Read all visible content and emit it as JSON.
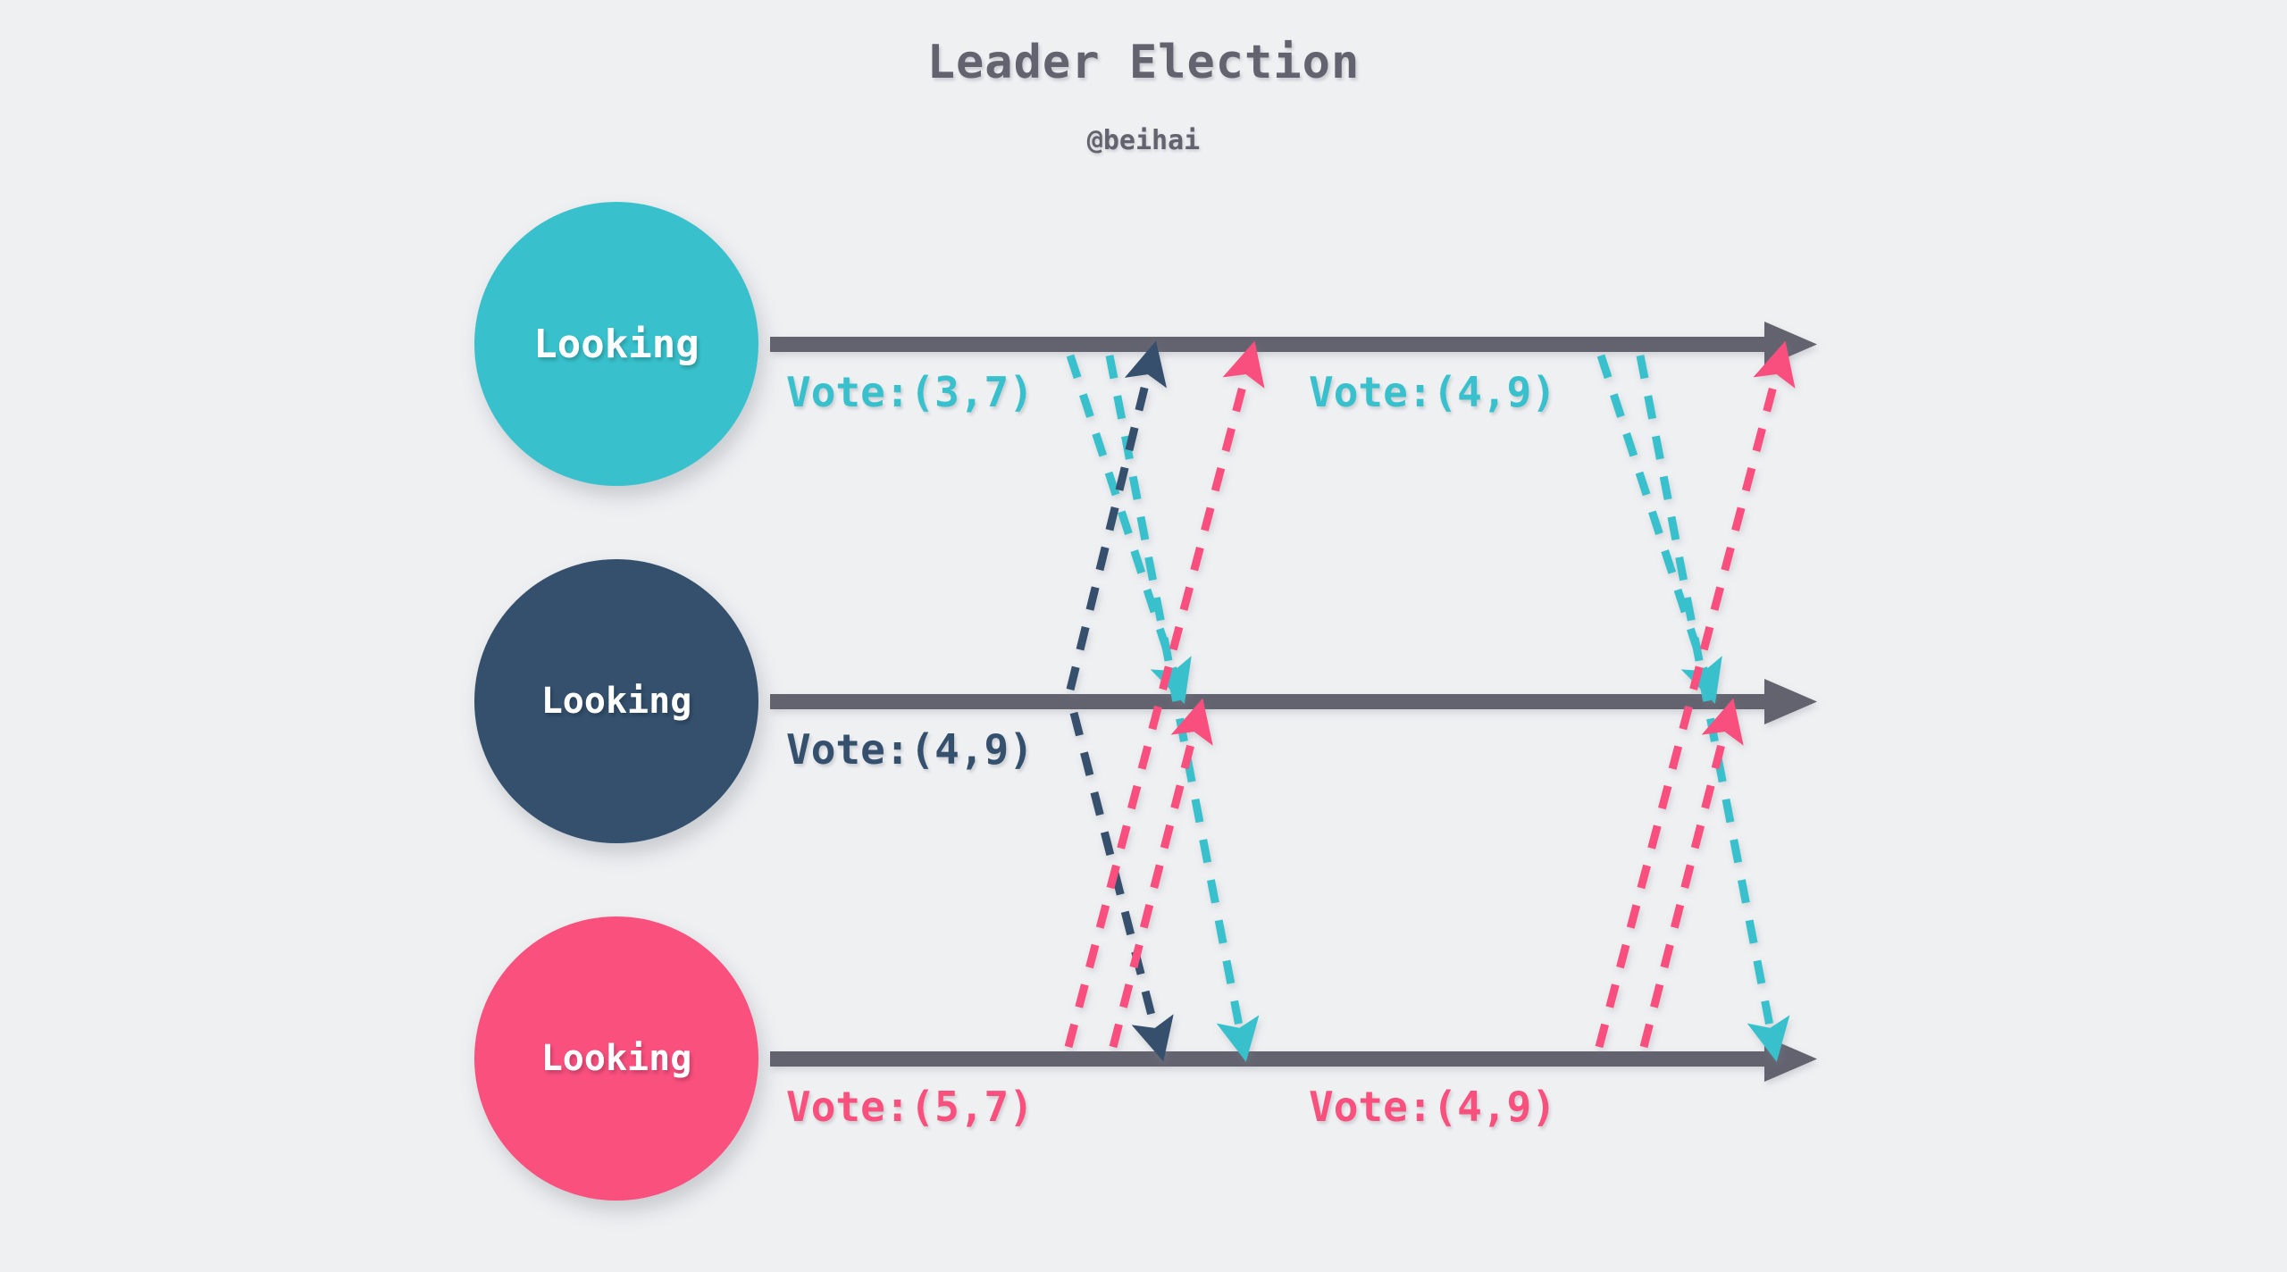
{
  "header": {
    "title": "Leader Election",
    "subtitle": "@beihai"
  },
  "colors": {
    "background": "#eff0f2",
    "teal": "#38c1cc",
    "navy": "#34506d",
    "pink": "#f9507e",
    "timeline": "#63636f",
    "heading": "#63636f"
  },
  "nodes": [
    {
      "id": "node-0",
      "state": "Looking",
      "color": "#38c1cc",
      "row": 1
    },
    {
      "id": "node-1",
      "state": "Looking",
      "color": "#34506d",
      "row": 2
    },
    {
      "id": "node-2",
      "state": "Looking",
      "color": "#f9507e",
      "row": 3
    }
  ],
  "timelines": [
    {
      "row": 1,
      "color": "#63636f"
    },
    {
      "row": 2,
      "color": "#63636f"
    },
    {
      "row": 3,
      "color": "#63636f"
    }
  ],
  "vote_labels": [
    {
      "id": "vote-r1-a",
      "text": "Vote:(3,7)",
      "color": "#38c1cc",
      "row": 1,
      "round": 1
    },
    {
      "id": "vote-r1-b",
      "text": "Vote:(4,9)",
      "color": "#38c1cc",
      "row": 1,
      "round": 2
    },
    {
      "id": "vote-r2-a",
      "text": "Vote:(4,9)",
      "color": "#34506d",
      "row": 2,
      "round": 1
    },
    {
      "id": "vote-r3-a",
      "text": "Vote:(5,7)",
      "color": "#f9507e",
      "row": 3,
      "round": 1
    },
    {
      "id": "vote-r3-b",
      "text": "Vote:(4,9)",
      "color": "#f9507e",
      "row": 3,
      "round": 2
    }
  ],
  "messages": [
    {
      "id": "msg-1",
      "color": "#38c1cc",
      "from_row": 1,
      "to_row": 2,
      "round": 1
    },
    {
      "id": "msg-2",
      "color": "#38c1cc",
      "from_row": 1,
      "to_row": 3,
      "round": 1
    },
    {
      "id": "msg-3",
      "color": "#34506d",
      "from_row": 2,
      "to_row": 1,
      "round": 1
    },
    {
      "id": "msg-4",
      "color": "#34506d",
      "from_row": 2,
      "to_row": 3,
      "round": 1
    },
    {
      "id": "msg-5",
      "color": "#f9507e",
      "from_row": 3,
      "to_row": 1,
      "round": 1
    },
    {
      "id": "msg-6",
      "color": "#f9507e",
      "from_row": 3,
      "to_row": 2,
      "round": 1
    },
    {
      "id": "msg-7",
      "color": "#38c1cc",
      "from_row": 1,
      "to_row": 2,
      "round": 2
    },
    {
      "id": "msg-8",
      "color": "#38c1cc",
      "from_row": 1,
      "to_row": 3,
      "round": 2
    },
    {
      "id": "msg-9",
      "color": "#f9507e",
      "from_row": 3,
      "to_row": 1,
      "round": 2
    },
    {
      "id": "msg-10",
      "color": "#f9507e",
      "from_row": 3,
      "to_row": 2,
      "round": 2
    }
  ]
}
